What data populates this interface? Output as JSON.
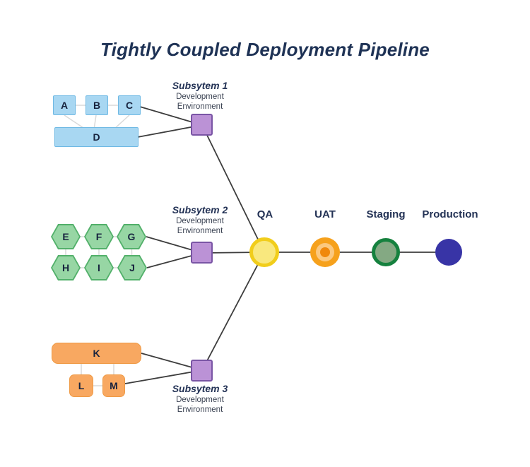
{
  "title": "Tightly Coupled Deployment Pipeline",
  "subsystems": [
    {
      "name": "Subsytem 1",
      "env": [
        "Development",
        "Environment"
      ],
      "nodes": [
        "A",
        "B",
        "C",
        "D"
      ]
    },
    {
      "name": "Subsytem 2",
      "env": [
        "Development",
        "Environment"
      ],
      "nodes": [
        "E",
        "F",
        "G",
        "H",
        "I",
        "J"
      ]
    },
    {
      "name": "Subsytem 3",
      "env": [
        "Development",
        "Environment"
      ],
      "nodes": [
        "K",
        "L",
        "M"
      ]
    }
  ],
  "pipeline": {
    "stages": [
      {
        "label": "QA"
      },
      {
        "label": "UAT"
      },
      {
        "label": "Staging"
      },
      {
        "label": "Production"
      }
    ]
  },
  "colors": {
    "title_text": "#1e3255",
    "blue_fill": "#a8d7f2",
    "blue_border": "#6fb9e4",
    "green_fill": "#97d6a4",
    "green_border": "#52b06a",
    "orange_fill": "#f8a861",
    "orange_border": "#ef9a45",
    "purple_fill": "#bb92d6",
    "purple_border": "#7a55a5",
    "qa_fill": "#f9e87e",
    "qa_ring": "#f1cd1b",
    "uat_outer": "#f6a11c",
    "uat_mid": "#fbc87f",
    "uat_core": "#f0880c",
    "staging_fill": "#84a983",
    "staging_ring": "#15813e",
    "production_fill": "#3834a6",
    "edge": "#3d3d3d",
    "cluster_edge": "#d9d9d9"
  }
}
